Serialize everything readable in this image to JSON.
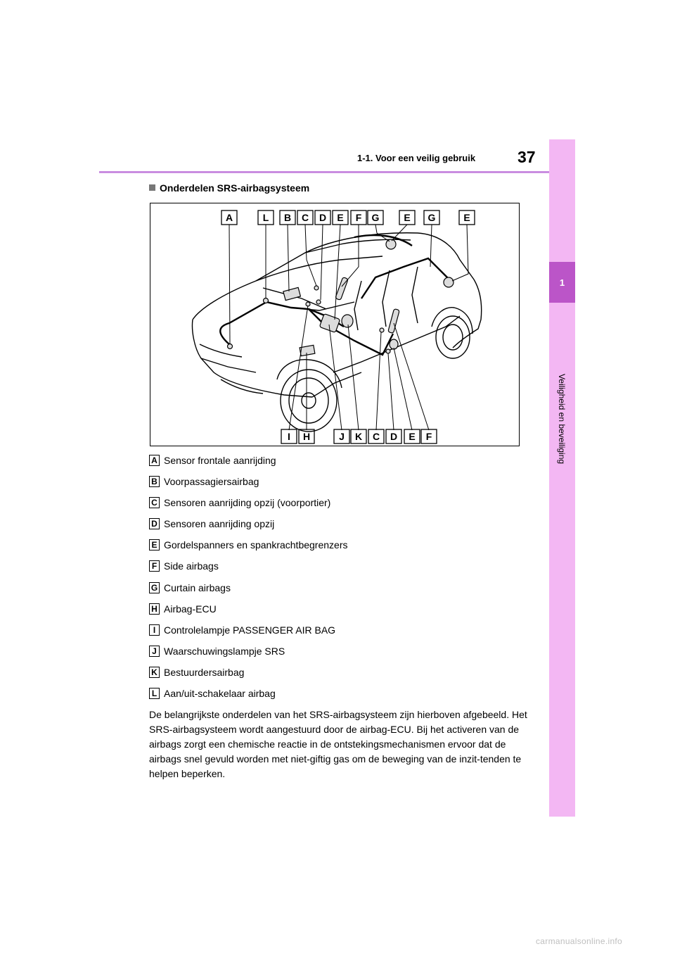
{
  "header": {
    "section_title": "1-1. Voor een veilig gebruik",
    "page_number": "37"
  },
  "side_tab": {
    "chapter_number": "1",
    "chapter_title": "Veiligheid en beveiliging",
    "color": "#f3b7f3",
    "active_color": "#bb55c8"
  },
  "section": {
    "heading": "Onderdelen SRS-airbagsysteem"
  },
  "figure": {
    "top_labels": [
      "A",
      "L",
      "B",
      "C",
      "D",
      "E",
      "F",
      "G",
      "E",
      "G",
      "E"
    ],
    "bottom_labels": [
      "I",
      "H",
      "J",
      "K",
      "C",
      "D",
      "E",
      "F"
    ]
  },
  "legend": [
    {
      "letter": "A",
      "text": "Sensor frontale aanrijding"
    },
    {
      "letter": "B",
      "text": "Voorpassagiersairbag"
    },
    {
      "letter": "C",
      "text": "Sensoren aanrijding opzij (voorportier)"
    },
    {
      "letter": "D",
      "text": "Sensoren aanrijding opzij"
    },
    {
      "letter": "E",
      "text": "Gordelspanners en spankrachtbegrenzers"
    },
    {
      "letter": "F",
      "text": "Side airbags"
    },
    {
      "letter": "G",
      "text": "Curtain airbags"
    },
    {
      "letter": "H",
      "text": "Airbag-ECU"
    },
    {
      "letter": "I",
      "text": "Controlelampje PASSENGER AIR BAG"
    },
    {
      "letter": "J",
      "text": "Waarschuwingslampje SRS"
    },
    {
      "letter": "K",
      "text": "Bestuurdersairbag"
    },
    {
      "letter": "L",
      "text": "Aan/uit-schakelaar airbag"
    }
  ],
  "body_text": "De belangrijkste onderdelen van het SRS-airbagsysteem zijn hierboven afgebeeld. Het SRS-airbagsysteem wordt aangestuurd door de airbag-ECU. Bij het activeren van de airbags zorgt een chemische reactie in de ontstekingsmechanismen ervoor dat de airbags snel gevuld worden met niet-giftig gas om de beweging van de inzit-tenden te helpen beperken.",
  "watermark": "carmanualsonline.info"
}
